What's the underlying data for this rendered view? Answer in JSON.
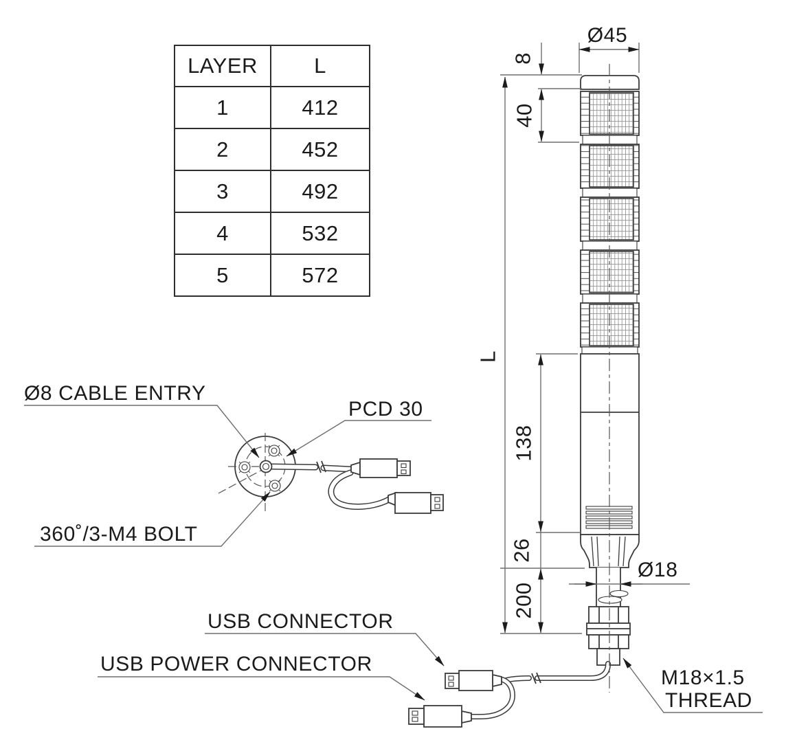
{
  "colors": {
    "background": "#ffffff",
    "line": "#3a3a3a",
    "dimension": "#6e6e6e",
    "arrow": "#1c1c1c",
    "text": "#1a1a1a"
  },
  "table": {
    "headers": [
      "LAYER",
      "L"
    ],
    "rows": [
      [
        "1",
        "412"
      ],
      [
        "2",
        "452"
      ],
      [
        "3",
        "492"
      ],
      [
        "4",
        "532"
      ],
      [
        "5",
        "572"
      ]
    ]
  },
  "dimensions": {
    "top_diameter": "Ø45",
    "cap_height": "8",
    "lens_module_height": "40",
    "overall_length": "L",
    "body_length": "138",
    "neck_length": "26",
    "pipe_length": "200",
    "pipe_diameter": "Ø18"
  },
  "callouts": {
    "cable_entry": "Ø8 CABLE ENTRY",
    "pcd": "PCD 30",
    "mount_bolt": "360˚/3-M4 BOLT",
    "usb_connector": "USB CONNECTOR",
    "usb_power_connector": "USB POWER CONNECTOR",
    "thread_line1": "M18×1.5",
    "thread_line2": "THREAD"
  }
}
